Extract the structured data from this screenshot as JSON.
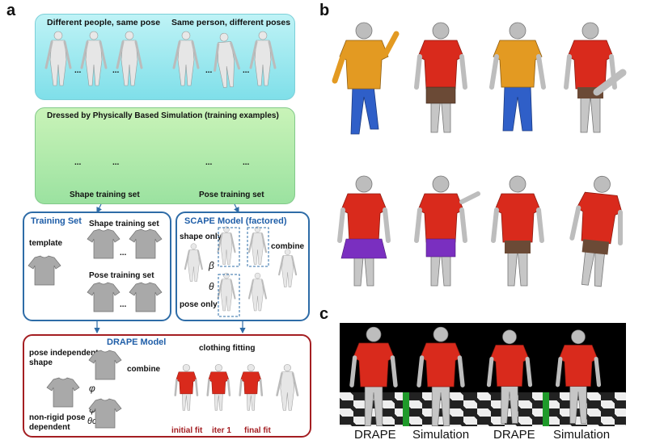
{
  "panels": {
    "a": "a",
    "b": "b",
    "c": "c"
  },
  "section1": {
    "left_caption": "Different people, same pose",
    "right_caption": "Same person, different poses",
    "ellipsis": "..."
  },
  "section2": {
    "title": "Dressed by Physically Based Simulation (training examples)",
    "shape_set": "Shape training set",
    "pose_set": "Pose training set"
  },
  "training_set": {
    "title": "Training Set",
    "template": "template",
    "shape_set": "Shape training set",
    "pose_set": "Pose training set"
  },
  "scape": {
    "title": "SCAPE Model (factored)",
    "shape_only": "shape only",
    "pose_only": "pose only",
    "combine": "combine",
    "beta": "β",
    "theta": "θ"
  },
  "drape": {
    "title": "DRAPE Model",
    "pose_independent": "pose independent",
    "shape": "shape",
    "non_rigid": "non-rigid pose",
    "dependent": "dependent",
    "combine": "combine",
    "clothing_fitting": "clothing fitting",
    "phi": "φ",
    "psi": "ψ",
    "theta_c": "θc",
    "initial_fit": "initial fit",
    "iter1": "iter 1",
    "final_fit": "final fit"
  },
  "panel_c": {
    "labels": [
      "DRAPE",
      "Simulation",
      "DRAPE",
      "Simulation"
    ]
  },
  "colors": {
    "cyan_box": "#7fdfe9",
    "green_box": "#9be2a0",
    "blue_border": "#2e6ca7",
    "red_border": "#a41e22",
    "shirt_red": "#d92a1c",
    "shirt_orange": "#e39a22",
    "pants_blue": "#2f5fc8",
    "shorts_brown": "#6b4a36",
    "skirt_purple": "#7a2fc0",
    "body_grey": "#c9c9c9"
  }
}
